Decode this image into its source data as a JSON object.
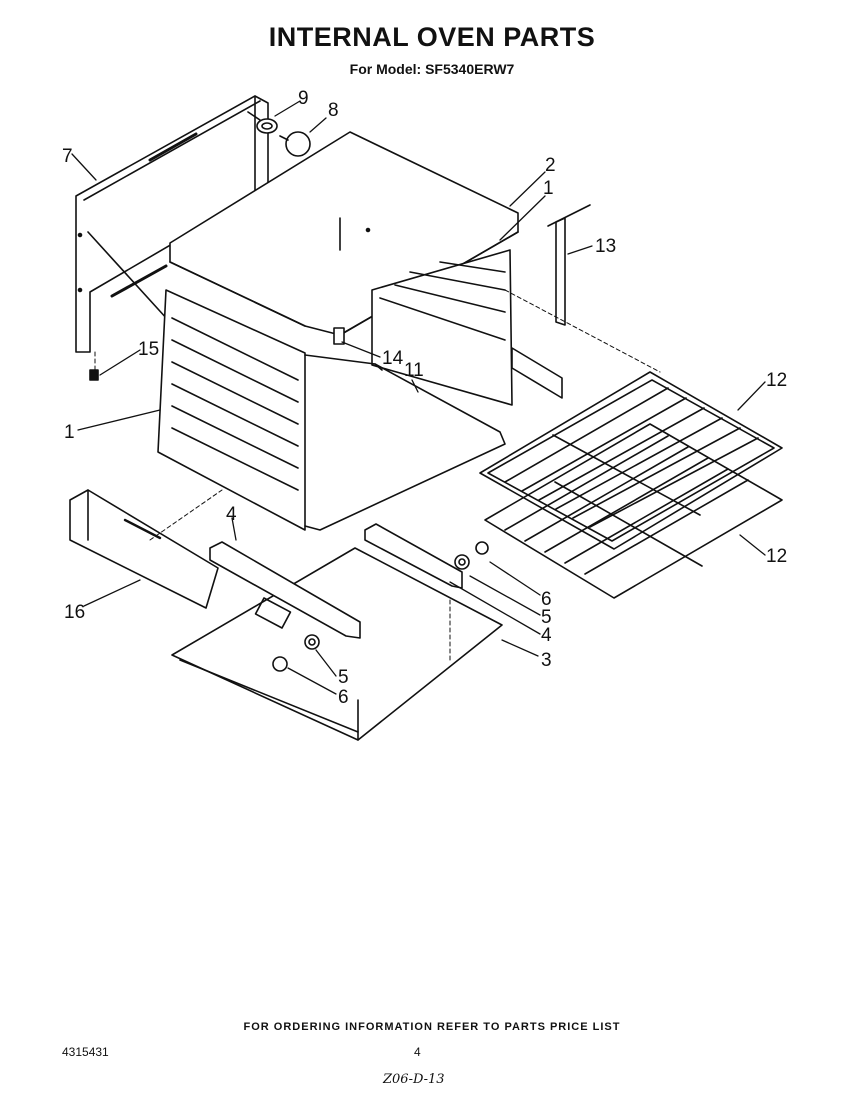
{
  "header": {
    "title": "INTERNAL OVEN PARTS",
    "subtitle": "For Model: SF5340ERW7"
  },
  "callouts": {
    "c1_top": "1",
    "c1_left": "1",
    "c2": "2",
    "c3": "3",
    "c4_left": "4",
    "c4_right": "4",
    "c5_right": "5",
    "c5_bottom": "5",
    "c6_right": "6",
    "c6_bottom": "6",
    "c7": "7",
    "c8": "8",
    "c9": "9",
    "c11": "11",
    "c12_top": "12",
    "c12_bottom": "12",
    "c13": "13",
    "c14": "14",
    "c15": "15",
    "c16": "16"
  },
  "footer": {
    "ordering_note": "FOR ORDERING INFORMATION REFER TO PARTS PRICE LIST",
    "doc_number": "4315431",
    "page_number": "4",
    "handwritten_code": "Z06-D-13"
  }
}
